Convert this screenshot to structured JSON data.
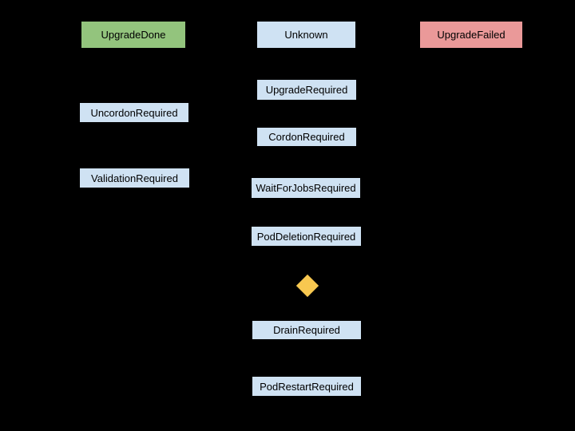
{
  "diagram": {
    "kind": "state-machine-diagram",
    "palette": {
      "background": "#000000",
      "state_fill": "#CFE2F3",
      "success_fill": "#93C47D",
      "failure_fill": "#EA9999",
      "decision_fill": "#F8C850",
      "text_color": "#000000"
    },
    "nodes": {
      "upgrade_done": {
        "label": "UpgradeDone",
        "type": "terminal-success",
        "fill": "#93C47D"
      },
      "unknown": {
        "label": "Unknown",
        "type": "state",
        "fill": "#CFE2F3"
      },
      "upgrade_failed": {
        "label": "UpgradeFailed",
        "type": "terminal-failure",
        "fill": "#EA9999"
      },
      "upgrade_required": {
        "label": "UpgradeRequired",
        "type": "state",
        "fill": "#CFE2F3"
      },
      "uncordon_required": {
        "label": "UncordonRequired",
        "type": "state",
        "fill": "#CFE2F3"
      },
      "cordon_required": {
        "label": "CordonRequired",
        "type": "state",
        "fill": "#CFE2F3"
      },
      "validation_required": {
        "label": "ValidationRequired",
        "type": "state",
        "fill": "#CFE2F3"
      },
      "wait_for_jobs_required": {
        "label": "WaitForJobsRequired",
        "type": "state",
        "fill": "#CFE2F3"
      },
      "pod_deletion_required": {
        "label": "PodDeletionRequired",
        "type": "state",
        "fill": "#CFE2F3"
      },
      "decision": {
        "label": "",
        "type": "decision",
        "fill": "#F8C850"
      },
      "drain_required": {
        "label": "DrainRequired",
        "type": "state",
        "fill": "#CFE2F3"
      },
      "pod_restart_required": {
        "label": "PodRestartRequired",
        "type": "state",
        "fill": "#CFE2F3"
      }
    }
  }
}
